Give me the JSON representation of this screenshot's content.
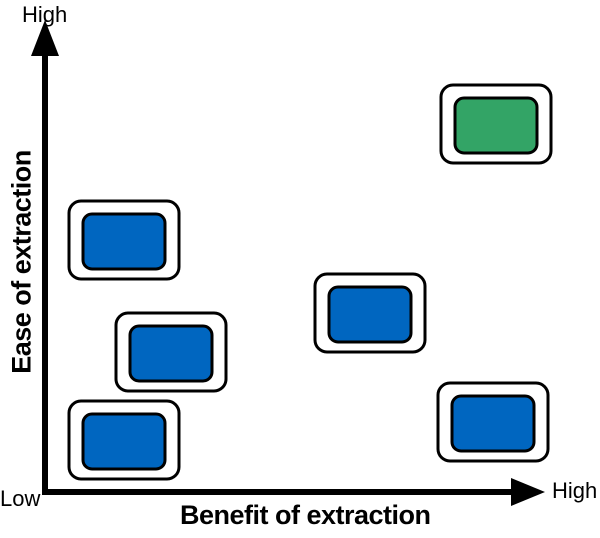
{
  "axes": {
    "y_high": "High",
    "low": "Low",
    "x_high": "High",
    "x_title": "Benefit of extraction",
    "y_title": "Ease of extraction"
  },
  "colors": {
    "blue": "#0066c0",
    "green": "#33a466",
    "outline": "#000000",
    "card_fill": "#ffffff"
  },
  "items": [
    {
      "color": "green"
    },
    {
      "color": "blue"
    },
    {
      "color": "blue"
    },
    {
      "color": "blue"
    },
    {
      "color": "blue"
    },
    {
      "color": "blue"
    }
  ]
}
